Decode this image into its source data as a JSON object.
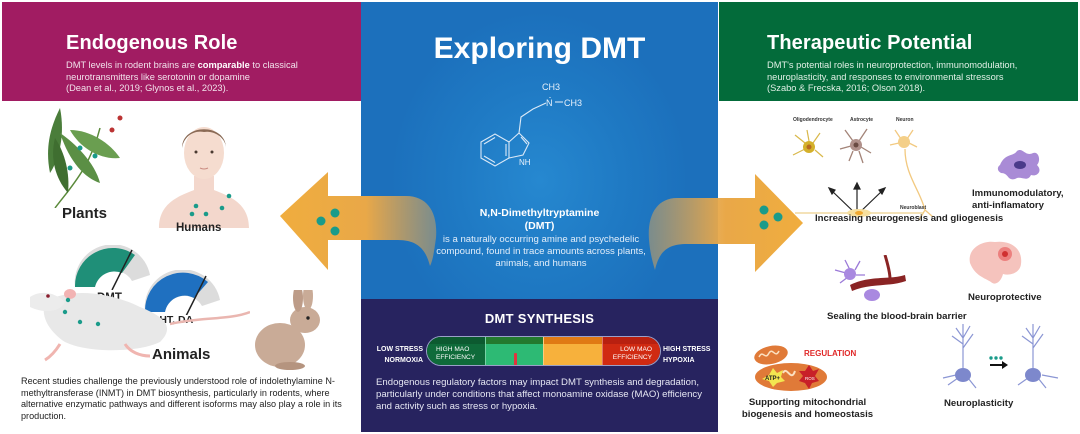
{
  "title": "Exploring DMT",
  "endogenous_role": {
    "title": "Endogenous Role",
    "body_before": "DMT levels in rodent brains are ",
    "body_bold": "comparable",
    "body_after": " to classical neurotransmitters like serotonin or dopamine",
    "citation": "(Dean et al., 2019; Glynos et al., 2023).",
    "color": "#a11c62",
    "illustrations": {
      "plants": "Plants",
      "humans": "Humans",
      "animals": "Animals",
      "gauge_dmt": "DMT",
      "gauge_neuro": "5-HT, DA"
    },
    "footer": "Recent studies challenge the previously understood role of indolethylamine N-methyltransferase (INMT) in DMT biosynthesis, particularly in rodents, where alternative enzymatic pathways and different isoforms may also play a role in its production."
  },
  "center": {
    "compound_name": "N,N-Dimethyltryptamine",
    "compound_abbrev": "(DMT)",
    "description": "is a naturally occurring amine and psychedelic compound, found in trace amounts across plants, animals, and humans",
    "structure_labels": {
      "methyl_top": "CH3",
      "amine": "N",
      "methyl_right": "CH3",
      "nh": "NH"
    },
    "color": "#1f7ac4"
  },
  "synthesis": {
    "title": "DMT SYNTHESIS",
    "left_label_line1": "LOW STRESS",
    "left_label_line2": "NORMOXIA",
    "right_label_line1": "HIGH STRESS",
    "right_label_line2": "HYPOXIA",
    "segments": [
      {
        "label_line1": "HIGH MAO",
        "label_line2": "EFFICIENCY",
        "color": "#0f6b3a",
        "top_color": "#0c5a30"
      },
      {
        "label_line1": "",
        "label_line2": "",
        "color": "#2dba74",
        "top_color": "#237a2e"
      },
      {
        "label_line1": "",
        "label_line2": "",
        "color": "#f7b13c",
        "top_color": "#e07a14"
      },
      {
        "label_line1": "LOW MAO",
        "label_line2": "EFFICIENCY",
        "color": "#d02a12",
        "top_color": "#b82010"
      }
    ],
    "indicator_position_fraction": 0.38,
    "body": "Endogenous regulatory factors may impact DMT synthesis and degradation, particularly under conditions that affect monoamine oxidase (MAO) efficiency and activity such as stress or hypoxia.",
    "color": "#27235f"
  },
  "therapeutic_potential": {
    "title": "Therapeutic Potential",
    "body": "DMT's potential roles in neuroprotection, immunomodulation, neuroplasticity, and responses to environmental stressors",
    "citation": "(Szabo & Frecska, 2016; Olson 2018).",
    "color": "#036b3a",
    "cell_types": {
      "oligodendrocyte": "Oligodendrocyte",
      "astrocyte": "Astrocyte",
      "neuron": "Neuron",
      "neuroblast": "Neuroblast"
    },
    "effects": {
      "neurogenesis": "Increasing neurogenesis and gliogenesis",
      "immuno": "Immunomodulatory, anti-inflamatory",
      "neuroprotective": "Neuroprotective",
      "bbb": "Sealing the blood-brain barrier",
      "mito": "Supporting mitochondrial biogenesis and homeostasis",
      "mito_regulation": "REGULATION",
      "mito_atp": "ATP+",
      "mito_ros": "ROS",
      "neuroplasticity": "Neuroplasticity"
    }
  }
}
